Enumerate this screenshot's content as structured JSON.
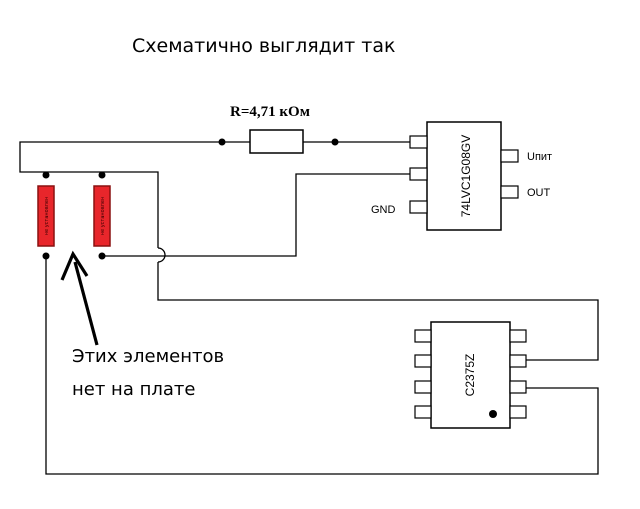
{
  "title": "Схематично выглядит так",
  "resistor": {
    "label": "R=4,71 кОм"
  },
  "chip_top": {
    "label": "74LVC1G08GV",
    "pins": {
      "vcc": "Uпит",
      "out": "OUT",
      "gnd": "GND"
    }
  },
  "chip_bottom": {
    "label": "C2375Z"
  },
  "missing_parts": {
    "note_line1": "Этих элементов",
    "note_line2": "нет на плате",
    "part_text": "не установлен"
  },
  "colors": {
    "part_fill": "#e8262b",
    "part_stroke": "#8a1010",
    "line": "#000000"
  }
}
